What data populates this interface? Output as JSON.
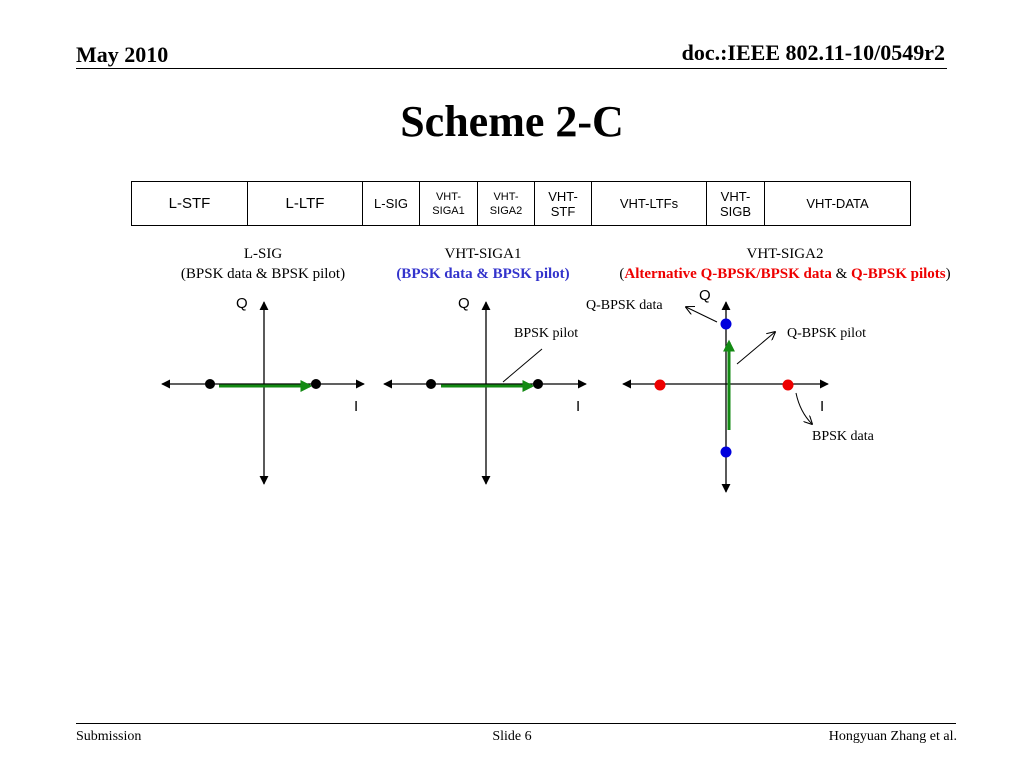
{
  "header": {
    "date": "May 2010",
    "doc_id": "doc.:IEEE 802.11-10/0549r2"
  },
  "title": "Scheme 2-C",
  "frame_fields": [
    {
      "label": "L-STF",
      "size": "big"
    },
    {
      "label": "L-LTF",
      "size": "big"
    },
    {
      "label": "L-SIG",
      "size": "mid"
    },
    {
      "label": "VHT-\nSIGA1",
      "size": "small"
    },
    {
      "label": "VHT-\nSIGA2",
      "size": "small"
    },
    {
      "label": "VHT-\nSTF",
      "size": "mid"
    },
    {
      "label": "VHT-LTFs",
      "size": "mid"
    },
    {
      "label": "VHT-\nSIGB",
      "size": "mid"
    },
    {
      "label": "VHT-DATA",
      "size": "mid"
    }
  ],
  "constellations": {
    "lsig": {
      "name": "L-SIG",
      "desc": "(BPSK data & BPSK pilot)",
      "q_label": "Q",
      "i_label": "I"
    },
    "siga1": {
      "name": "VHT-SIGA1",
      "desc": "(BPSK data & BPSK pilot)",
      "q_label": "Q",
      "i_label": "I",
      "pilot_note": "BPSK pilot"
    },
    "siga2": {
      "name": "VHT-SIGA2",
      "desc_open": "(",
      "desc_part1": "Alternative Q-BPSK/BPSK data",
      "desc_amp": " & ",
      "desc_part2": "Q-BPSK pilots",
      "desc_close": ")",
      "q_label": "Q",
      "i_label": "I",
      "qbpsk_data_note": "Q-BPSK data",
      "qbpsk_pilot_note": "Q-BPSK pilot",
      "bpsk_data_note": "BPSK data"
    }
  },
  "colors": {
    "pilot_arrow": "#138a13",
    "qbpsk_point": "#0000dd",
    "bpsk_point": "#ee0000",
    "blue_text": "#3333cc",
    "red_text": "#ee0000"
  },
  "footer": {
    "left": "Submission",
    "center": "Slide 6",
    "right": "Hongyuan Zhang et al."
  }
}
